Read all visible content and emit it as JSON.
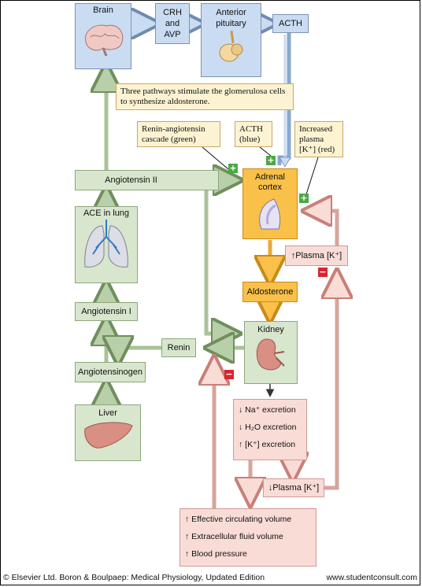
{
  "nodes": {
    "brain": "Brain",
    "crh_avp": [
      "CRH",
      "and",
      "AVP"
    ],
    "anterior_pituitary": [
      "Anterior",
      "pituitary"
    ],
    "acth": "ACTH",
    "angiotensin_ii": "Angiotensin II",
    "ace_in_lung": "ACE in lung",
    "angiotensin_i": "Angiotensin I",
    "angiotensinogen": "Angiotensinogen",
    "liver": "Liver",
    "adrenal_cortex": [
      "Adrenal",
      "cortex"
    ],
    "aldosterone": "Aldosterone",
    "kidney": "Kidney",
    "renin": "Renin",
    "plasma_k_up": "↑Plasma [K⁺]",
    "plasma_k_down": "↓Plasma [K⁺]",
    "excretion": [
      "↓ Na⁺ excretion",
      "↓ H₂O excretion",
      "↑ [K⁺] excretion"
    ],
    "effects": [
      "↑ Effective circulating volume",
      "↑ Extracellular fluid volume",
      "↑ Blood pressure"
    ]
  },
  "notes": {
    "pathways": "Three pathways stimulate the glomerulosa cells to synthesize aldosterone.",
    "renin_cascade": [
      "Renin-angiotensin",
      "cascade (green)"
    ],
    "acth_blue": [
      "ACTH",
      "(blue)"
    ],
    "increased_k": [
      "Increased",
      "plasma",
      "[K⁺] (red)"
    ]
  },
  "signs": {
    "plus": "+",
    "minus": "−"
  },
  "footer": {
    "left": "© Elsevier Ltd. Boron & Boulpaep: Medical Physiology, Updated Edition",
    "right": "www.studentconsult.com"
  },
  "colors": {
    "blue_path": "#c9dcf2",
    "green_path": "#d7e6cc",
    "red_path": "#f9dcd6",
    "adrenal": "#f9c04a"
  }
}
